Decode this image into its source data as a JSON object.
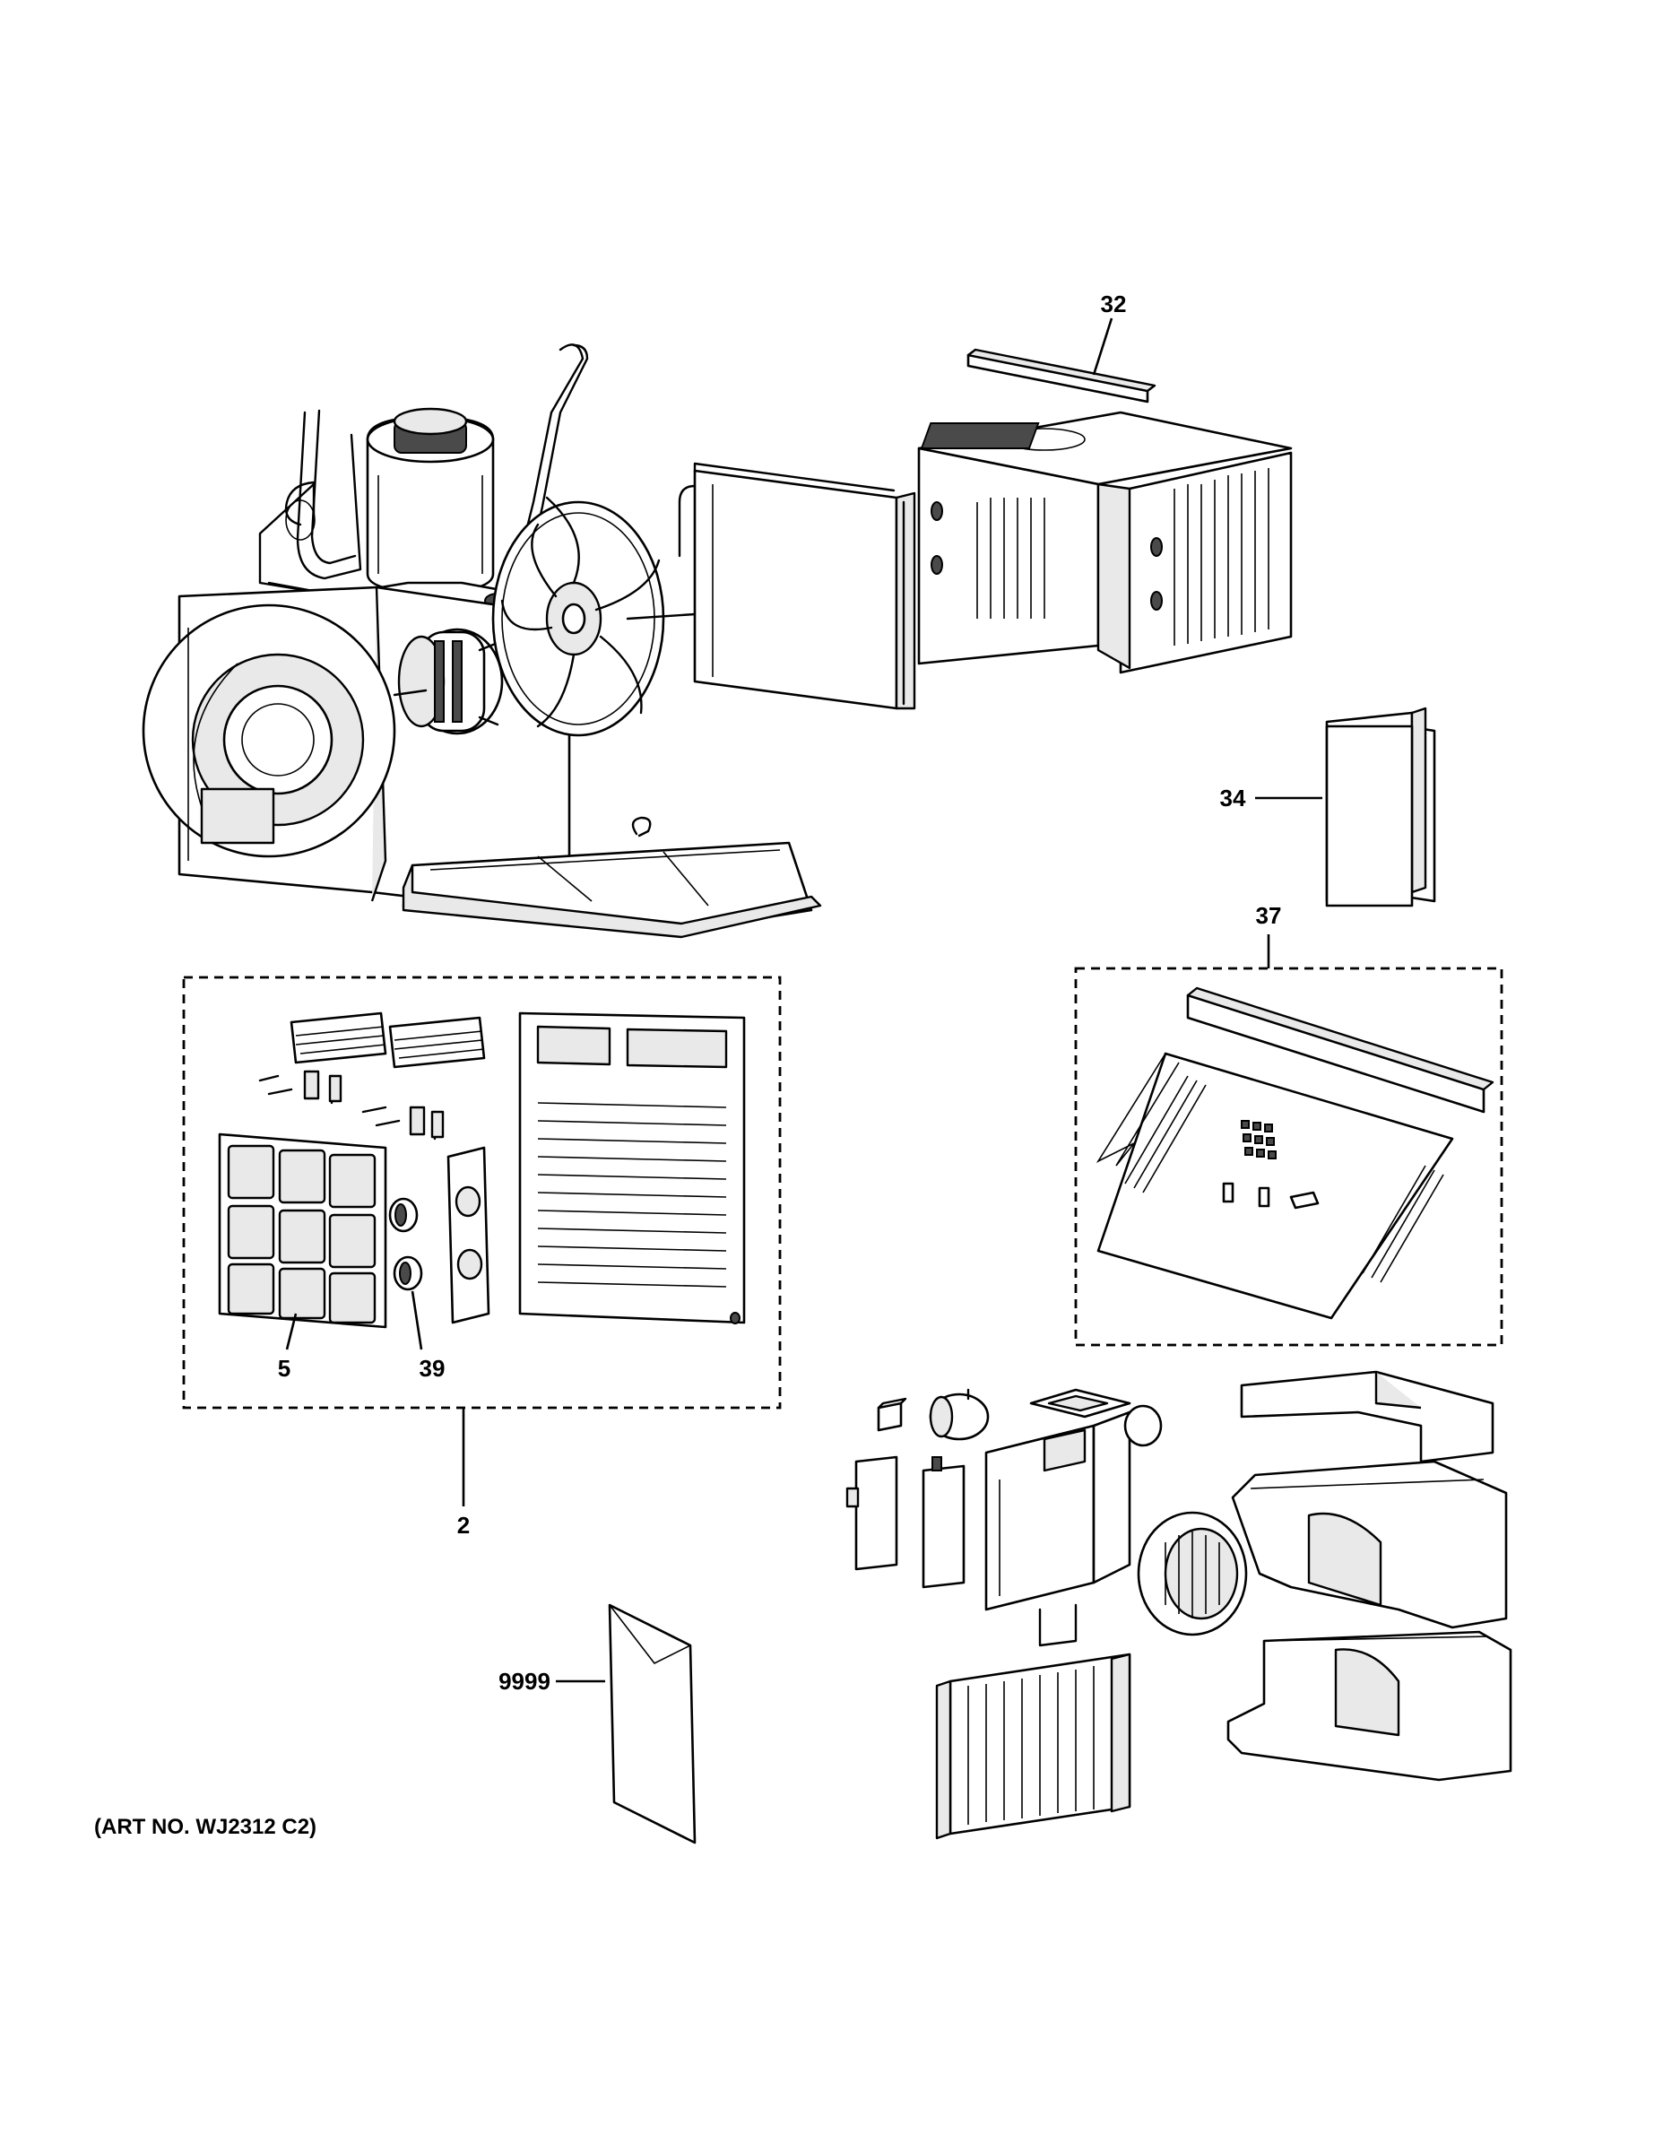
{
  "callouts": {
    "c32": "32",
    "c34": "34",
    "c37": "37",
    "c5": "5",
    "c39": "39",
    "c2": "2",
    "c9999": "9999"
  },
  "art_number": "(ART NO. WJ2312 C2)"
}
